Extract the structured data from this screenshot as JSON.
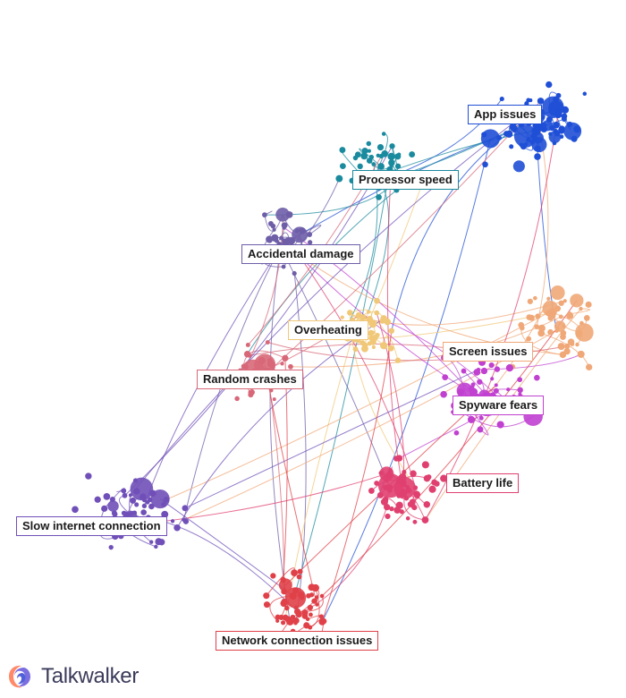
{
  "diagram": {
    "clusters": [
      {
        "id": "app",
        "label": "App issues",
        "color": "#1f4fd6"
      },
      {
        "id": "proc",
        "label": "Processor speed",
        "color": "#1a8a9e"
      },
      {
        "id": "acc",
        "label": "Accidental damage",
        "color": "#6e5ea8"
      },
      {
        "id": "over",
        "label": "Overheating",
        "color": "#f0c878"
      },
      {
        "id": "screen",
        "label": "Screen issues",
        "color": "#f0a878"
      },
      {
        "id": "crash",
        "label": "Random crashes",
        "color": "#d86878"
      },
      {
        "id": "spy",
        "label": "Spyware fears",
        "color": "#c040d0"
      },
      {
        "id": "battery",
        "label": "Battery life",
        "color": "#e04070"
      },
      {
        "id": "slow",
        "label": "Slow internet connection",
        "color": "#7050b8"
      },
      {
        "id": "network",
        "label": "Network connection issues",
        "color": "#e04048"
      }
    ]
  },
  "brand": {
    "name": "Talkwalker",
    "logo_colors": [
      "#ff8a6a",
      "#7a6ee0",
      "#5060d8"
    ]
  }
}
